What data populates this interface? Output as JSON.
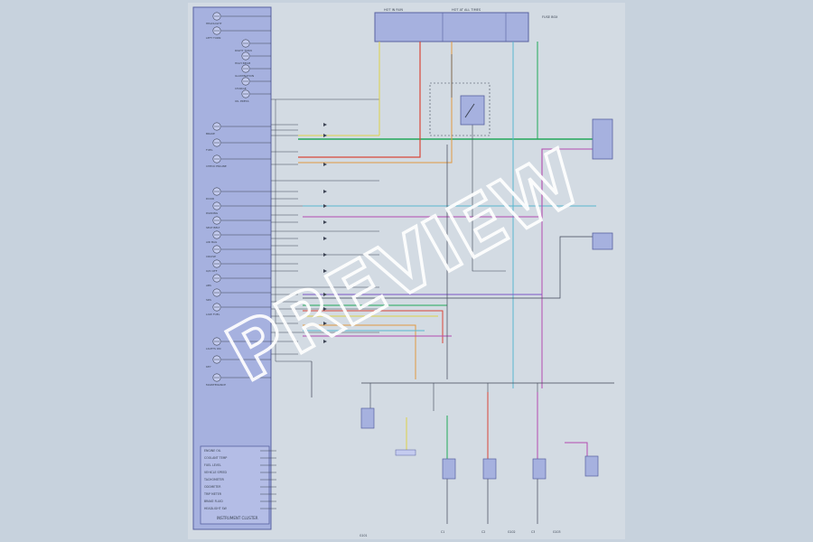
{
  "colors": {
    "page_bg": "#c7d2dd",
    "sheet_bg": "#d3dbe3",
    "cluster_bg": "#a6b1df",
    "cluster_stroke": "#5862a0",
    "wire_dark": "#3f4656",
    "wire_green": "#22a85a",
    "wire_red": "#d8463a",
    "wire_yellow": "#ddd04a",
    "wire_cyan": "#58b7cf",
    "wire_magenta": "#b34bb0",
    "wire_orange": "#e19a42",
    "wire_purple": "#7b55c6",
    "watermark": "#ffffff"
  },
  "watermark": {
    "text": "PREVIEW"
  },
  "cluster": {
    "title": "INSTRUMENT CLUSTER",
    "indicators": [
      "HEADLIGHT",
      "LEFT TURN",
      "RIGHT TURN",
      "HIGH BEAM",
      "ILLUMINATION",
      "CHARGE",
      "OIL PRESS",
      "BRAKE",
      "FUEL",
      "CHECK ENGINE",
      "DOOR",
      "PARKING",
      "SEAT BELT",
      "AIR BAG",
      "CRUISE",
      "O/D OFF",
      "ABS",
      "SRS",
      "LOW FUEL",
      "LIGHTS ON",
      "KEY",
      "MAINTENANCE"
    ],
    "bottom_items": [
      "ENGINE OIL",
      "COOLANT TEMP",
      "FUEL LEVEL",
      "VEHICLE SPEED",
      "TACHOMETER",
      "ODOMETER",
      "TRIP METER",
      "BRAKE FLUID",
      "HEADLIGHT SW"
    ]
  },
  "top_box": {
    "labels": [
      "HOT IN RUN",
      "HOT AT ALL TIMES",
      "FUSE BOX"
    ]
  },
  "connectors": [
    "C1",
    "C2",
    "C3",
    "G101",
    "G102",
    "G103"
  ]
}
